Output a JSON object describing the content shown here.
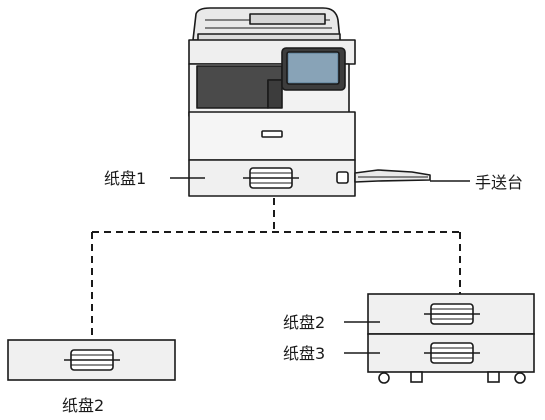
{
  "labels": {
    "tray1": "纸盘1",
    "bypass": "手送台",
    "tray2_single": "纸盘2",
    "tray2_unit": "纸盘2",
    "tray3_unit": "纸盘3"
  },
  "colors": {
    "line": "#1a1a1a",
    "body": "#eeeeee",
    "panel_dark": "#4a4a4a",
    "screen": "#6f8fa6"
  }
}
